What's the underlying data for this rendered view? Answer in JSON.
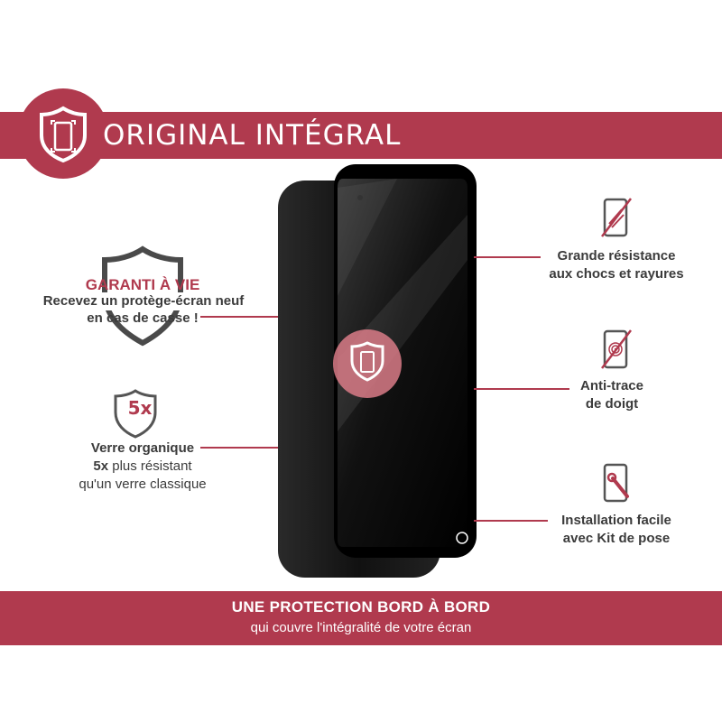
{
  "header": {
    "title": "ORIGINAL INTÉGRAL"
  },
  "left_features": {
    "warranty": {
      "title": "GARANTI À VIE",
      "line1": "Recevez un protège-écran neuf",
      "line2": "en cas de casse !"
    },
    "glass": {
      "badge": "5x",
      "title": "Verre organique",
      "line2_bold": "5x",
      "line2_rest": " plus résistant",
      "line3": "qu'un verre classique"
    }
  },
  "right_features": [
    {
      "icon": "cracked-phone-icon",
      "line1": "Grande résistance",
      "line2": "aux chocs et rayures"
    },
    {
      "icon": "fingerprint-phone-icon",
      "line1": "Anti-trace",
      "line2": "de doigt"
    },
    {
      "icon": "wrench-phone-icon",
      "line1": "Installation facile",
      "line2": "avec Kit de pose"
    }
  ],
  "footer": {
    "title": "UNE PROTECTION BORD À BORD",
    "subtitle": "qui couvre l'intégralité de votre écran"
  },
  "colors": {
    "accent": "#b03a4e",
    "text": "#3b3b3b",
    "white": "#ffffff"
  }
}
